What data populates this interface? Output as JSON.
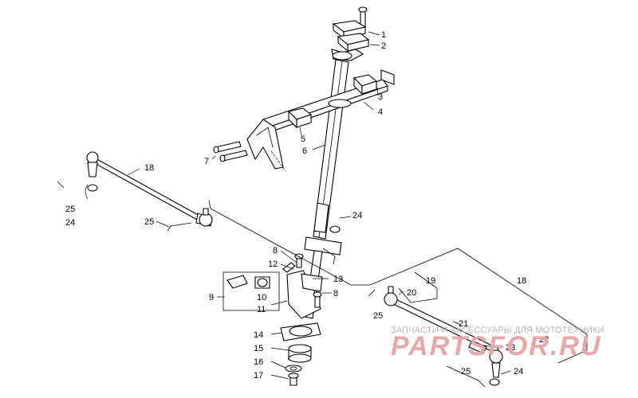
{
  "callouts": [
    {
      "id": "c1",
      "text": "1"
    },
    {
      "id": "c2",
      "text": "2"
    },
    {
      "id": "c3",
      "text": "3"
    },
    {
      "id": "c4",
      "text": "4"
    },
    {
      "id": "c5",
      "text": "5"
    },
    {
      "id": "c6",
      "text": "6"
    },
    {
      "id": "c7",
      "text": "7"
    },
    {
      "id": "c8a",
      "text": "8"
    },
    {
      "id": "c8b",
      "text": "8"
    },
    {
      "id": "c9",
      "text": "9"
    },
    {
      "id": "c10",
      "text": "10"
    },
    {
      "id": "c11",
      "text": "11"
    },
    {
      "id": "c12",
      "text": "12"
    },
    {
      "id": "c13",
      "text": "13"
    },
    {
      "id": "c14",
      "text": "14"
    },
    {
      "id": "c15",
      "text": "15"
    },
    {
      "id": "c16",
      "text": "16"
    },
    {
      "id": "c17",
      "text": "17"
    },
    {
      "id": "c18a",
      "text": "18"
    },
    {
      "id": "c18b",
      "text": "18"
    },
    {
      "id": "c19",
      "text": "19"
    },
    {
      "id": "c20",
      "text": "20"
    },
    {
      "id": "c21",
      "text": "21"
    },
    {
      "id": "c22",
      "text": "22"
    },
    {
      "id": "c23",
      "text": "23"
    },
    {
      "id": "c24a",
      "text": "24"
    },
    {
      "id": "c24b",
      "text": "24"
    },
    {
      "id": "c24c",
      "text": "24"
    },
    {
      "id": "c25a",
      "text": "25"
    },
    {
      "id": "c25b",
      "text": "25"
    },
    {
      "id": "c25c",
      "text": "25"
    },
    {
      "id": "c25d",
      "text": "25"
    }
  ],
  "watermark": {
    "caption": "ЗАПЧАСТИ И АКСЕССУАРЫ ДЛЯ МОТОТЕХНИКИ",
    "logo": "PARTSFOR.RU",
    "color": "#e9a8a8"
  }
}
